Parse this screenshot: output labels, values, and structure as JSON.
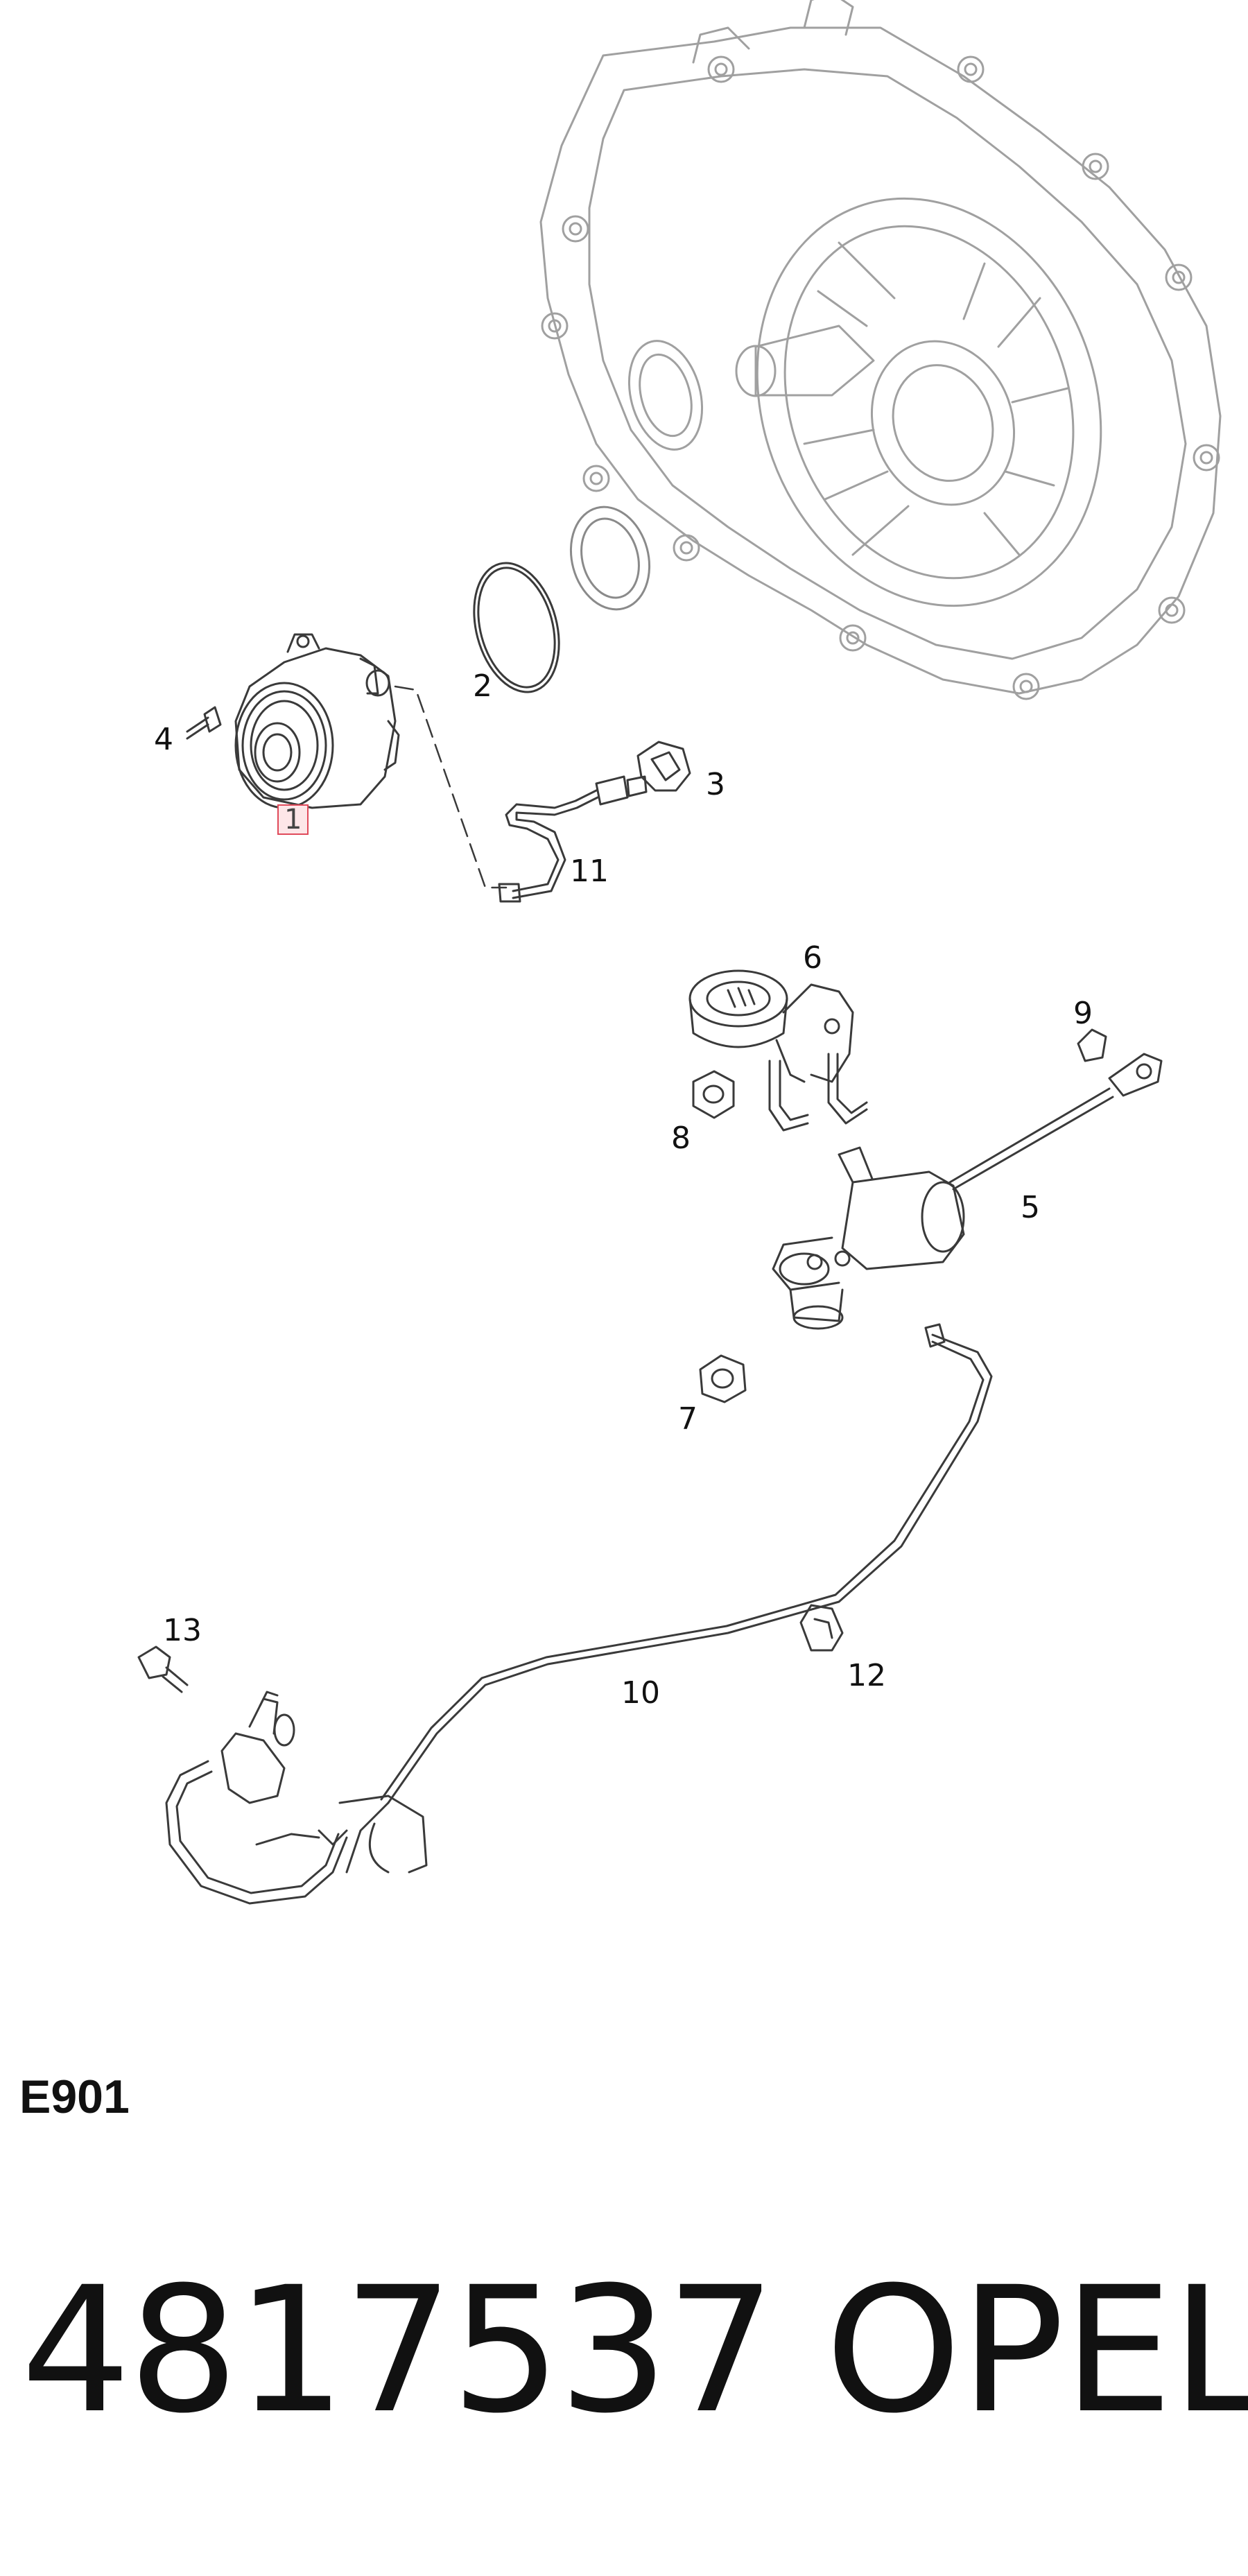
{
  "callouts": [
    {
      "id": "1",
      "label": "1",
      "highlighted": true
    },
    {
      "id": "2",
      "label": "2"
    },
    {
      "id": "3",
      "label": "3"
    },
    {
      "id": "4",
      "label": "4"
    },
    {
      "id": "5",
      "label": "5"
    },
    {
      "id": "6",
      "label": "6"
    },
    {
      "id": "7",
      "label": "7"
    },
    {
      "id": "8",
      "label": "8"
    },
    {
      "id": "9",
      "label": "9"
    },
    {
      "id": "10",
      "label": "10"
    },
    {
      "id": "11",
      "label": "11"
    },
    {
      "id": "12",
      "label": "12"
    },
    {
      "id": "13",
      "label": "13"
    }
  ],
  "section_code": "E901",
  "footer": {
    "part_number": "4817537",
    "brand": "OPEL"
  },
  "colors": {
    "line": "#3a3a3a",
    "housing_line": "#9a9a9a",
    "highlight_border": "#e04a5a",
    "highlight_fill": "#fde6e8"
  }
}
